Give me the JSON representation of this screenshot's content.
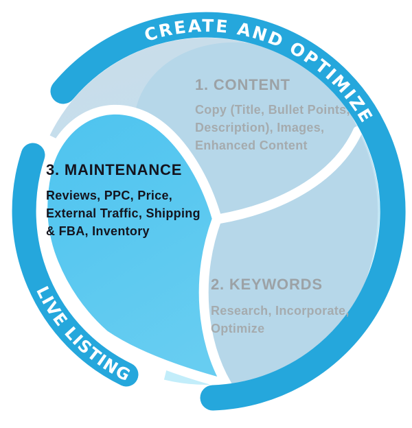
{
  "diagram": {
    "ring": {
      "label_top": "CREATE AND OPTIMIZE",
      "label_bottom": "LIVE LISTING"
    },
    "segments": [
      {
        "id": "content",
        "title": "1. CONTENT",
        "lines": [
          "Copy (Title, Bullet Points,",
          "Description), Images,",
          "Enhanced Content"
        ]
      },
      {
        "id": "keywords",
        "title": "2. KEYWORDS",
        "lines": [
          "Research, Incorporate,",
          "Optimize"
        ]
      },
      {
        "id": "maintenance",
        "title": "3. MAINTENANCE",
        "lines": [
          "Reviews, PPC, Price,",
          "External Traffic, Shipping",
          "& FBA, Inventory"
        ]
      }
    ],
    "colors": {
      "ring_band": "#25A7DC",
      "maintenance_fill": "#4FC4EF",
      "pale_segment_fill": "#B6D7E9",
      "disc_top": "#CBDCE8",
      "disc_mid": "#C2DFEF",
      "disc_bottom": "#C2EDFA",
      "heading_gray": "#9CA2A6",
      "body_gray": "#A5ABAE",
      "dark_text": "#14141E",
      "white": "#FFFFFF"
    }
  }
}
